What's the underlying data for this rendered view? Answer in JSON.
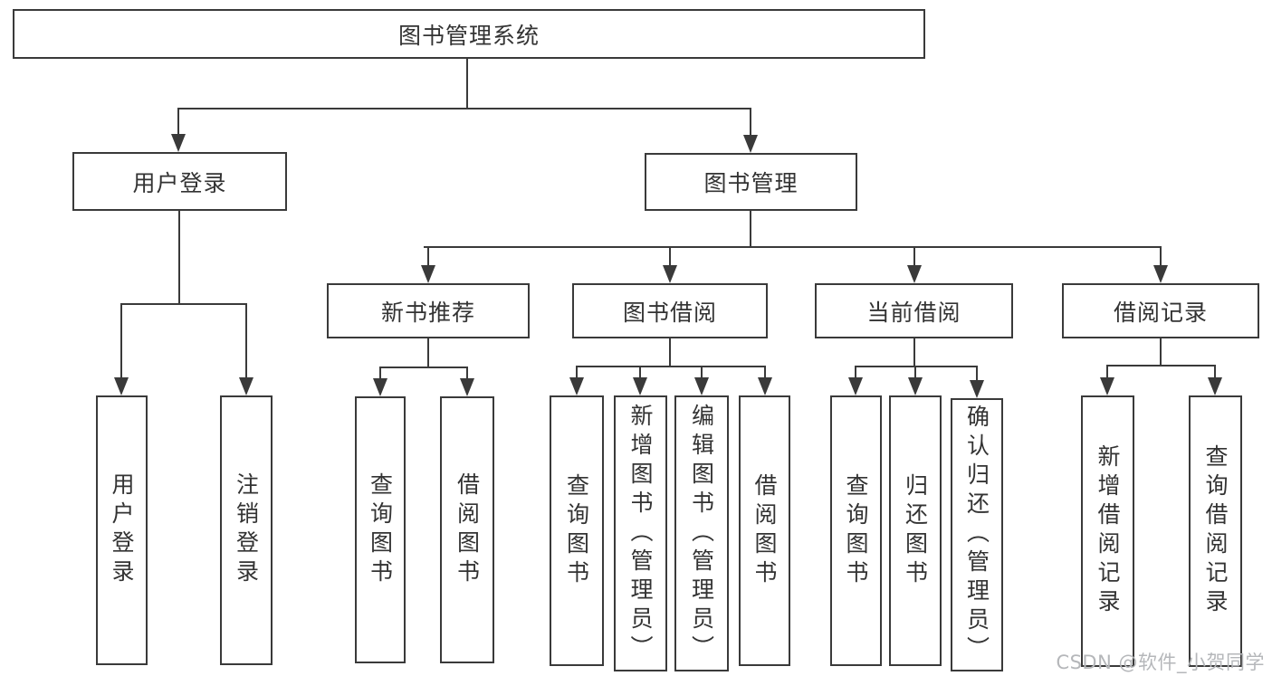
{
  "diagram": {
    "title": "图书管理系统",
    "watermark": "CSDN @软件_小贺同学",
    "colors": {
      "line": "#3a3a3a",
      "text": "#333333",
      "background": "#ffffff",
      "watermark": "#b5b7ba"
    },
    "nodes": [
      {
        "id": "root",
        "label": "图书管理系统",
        "level": 1,
        "parent": null
      },
      {
        "id": "login-group",
        "label": "用户登录",
        "level": 2,
        "parent": "root"
      },
      {
        "id": "book-mgmt",
        "label": "图书管理",
        "level": 2,
        "parent": "root"
      },
      {
        "id": "new-book-rec",
        "label": "新书推荐",
        "level": 3,
        "parent": "book-mgmt"
      },
      {
        "id": "book-borrow",
        "label": "图书借阅",
        "level": 3,
        "parent": "book-mgmt"
      },
      {
        "id": "current-borrow",
        "label": "当前借阅",
        "level": 3,
        "parent": "book-mgmt"
      },
      {
        "id": "borrow-records",
        "label": "借阅记录",
        "level": 3,
        "parent": "book-mgmt"
      },
      {
        "id": "user-login",
        "label": "用户登录",
        "level": 4,
        "parent": "login-group"
      },
      {
        "id": "logout",
        "label": "注销登录",
        "level": 4,
        "parent": "login-group"
      },
      {
        "id": "nbr-query",
        "label": "查询图书",
        "level": 4,
        "parent": "new-book-rec"
      },
      {
        "id": "nbr-borrow",
        "label": "借阅图书",
        "level": 4,
        "parent": "new-book-rec"
      },
      {
        "id": "bb-query",
        "label": "查询图书",
        "level": 4,
        "parent": "book-borrow"
      },
      {
        "id": "bb-add",
        "label": "新增图书（管理员）",
        "level": 4,
        "parent": "book-borrow"
      },
      {
        "id": "bb-edit",
        "label": "编辑图书（管理员）",
        "level": 4,
        "parent": "book-borrow"
      },
      {
        "id": "bb-borrow",
        "label": "借阅图书",
        "level": 4,
        "parent": "book-borrow"
      },
      {
        "id": "cb-query",
        "label": "查询图书",
        "level": 4,
        "parent": "current-borrow"
      },
      {
        "id": "cb-return",
        "label": "归还图书",
        "level": 4,
        "parent": "current-borrow"
      },
      {
        "id": "cb-confirm",
        "label": "确认归还（管理员）",
        "level": 4,
        "parent": "current-borrow"
      },
      {
        "id": "br-add",
        "label": "新增借阅记录",
        "level": 4,
        "parent": "borrow-records"
      },
      {
        "id": "br-query",
        "label": "查询借阅记录",
        "level": 4,
        "parent": "borrow-records"
      }
    ]
  }
}
